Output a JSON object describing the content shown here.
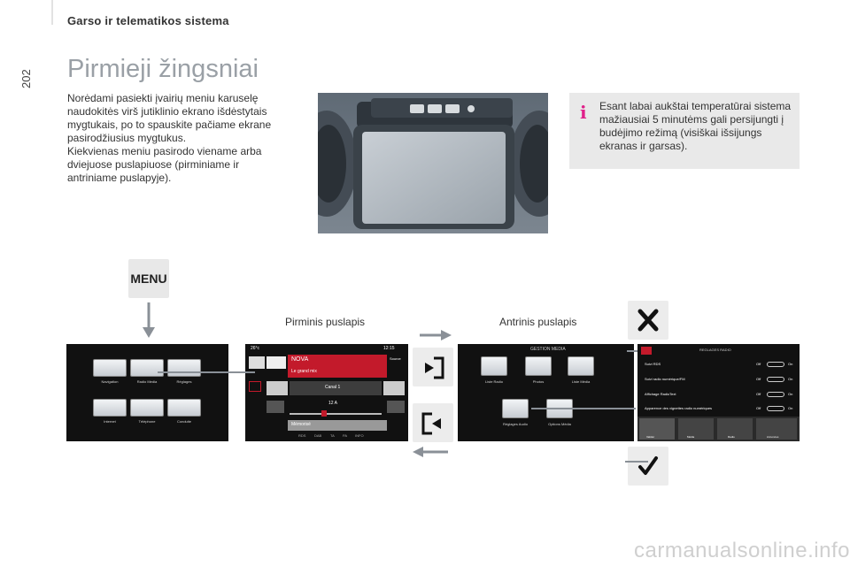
{
  "page": {
    "number": "202",
    "section_title": "Garso ir telematikos sistema",
    "heading": "Pirmieji žingsniai"
  },
  "intro": {
    "paragraph1": "Norėdami pasiekti įvairių meniu karuselę naudokitės virš jutiklinio ekrano išdėstytais mygtukais, po to spauskite pačiame ekrane pasirodžiusius mygtukus.",
    "paragraph2": "Kiekvienas meniu pasirodo viename arba dviejuose puslapiuose (pirminiame ir antriniame puslapyje)."
  },
  "info_box": {
    "icon": "info-icon",
    "text": "Esant labai aukštai temperatūrai sistema mažiausiai 5 minutėms gali persijungti į budėjimo režimą (visiškai išsijungs ekranas ir garsas)."
  },
  "menu_button": {
    "label": "MENU"
  },
  "labels": {
    "primary_page": "Pirminis puslapis",
    "secondary_page": "Antrinis puslapis"
  },
  "side_buttons": {
    "close_icon": "close-icon",
    "confirm_icon": "checkmark-icon",
    "next_page_icon": "next-page-icon",
    "prev_page_icon": "previous-page-icon"
  },
  "screen_menu": {
    "tiles": [
      "Navigation",
      "Radio Media",
      "Réglages",
      "Internet",
      "Téléphone",
      "Conduite"
    ]
  },
  "screen_primary": {
    "temperature": "26°c",
    "time": "12:15",
    "station": "NOVA",
    "subtitle": "Le grand mix",
    "source": "Source",
    "channel": "Canal 1",
    "frequency": "12 A",
    "memorise": "Mémorisé",
    "bands": [
      "RDS",
      "DAB",
      "TA",
      "PA",
      "INFO"
    ]
  },
  "screen_secondary": {
    "title": "GESTION MEDIA",
    "tiles": [
      "Liste Radio",
      "Photos",
      "Liste Média",
      "Réglages Audio",
      "Options Média"
    ]
  },
  "screen_radio": {
    "title": "REGLAGES RADIO",
    "rows": [
      {
        "label": "Suivi RDS",
        "off": "Off",
        "on": "On"
      },
      {
        "label": "Suivi radio numérique/FM",
        "off": "Off",
        "on": "On"
      },
      {
        "label": "Affichage RadioText",
        "off": "Off",
        "on": "On"
      },
      {
        "label": "Apparence des vignettes radio numériques",
        "off": "Off",
        "on": "On"
      }
    ],
    "tabs": [
      "Valider",
      "Média",
      "Radio",
      "Annonces"
    ]
  },
  "watermark": "carmanualsonline.info"
}
